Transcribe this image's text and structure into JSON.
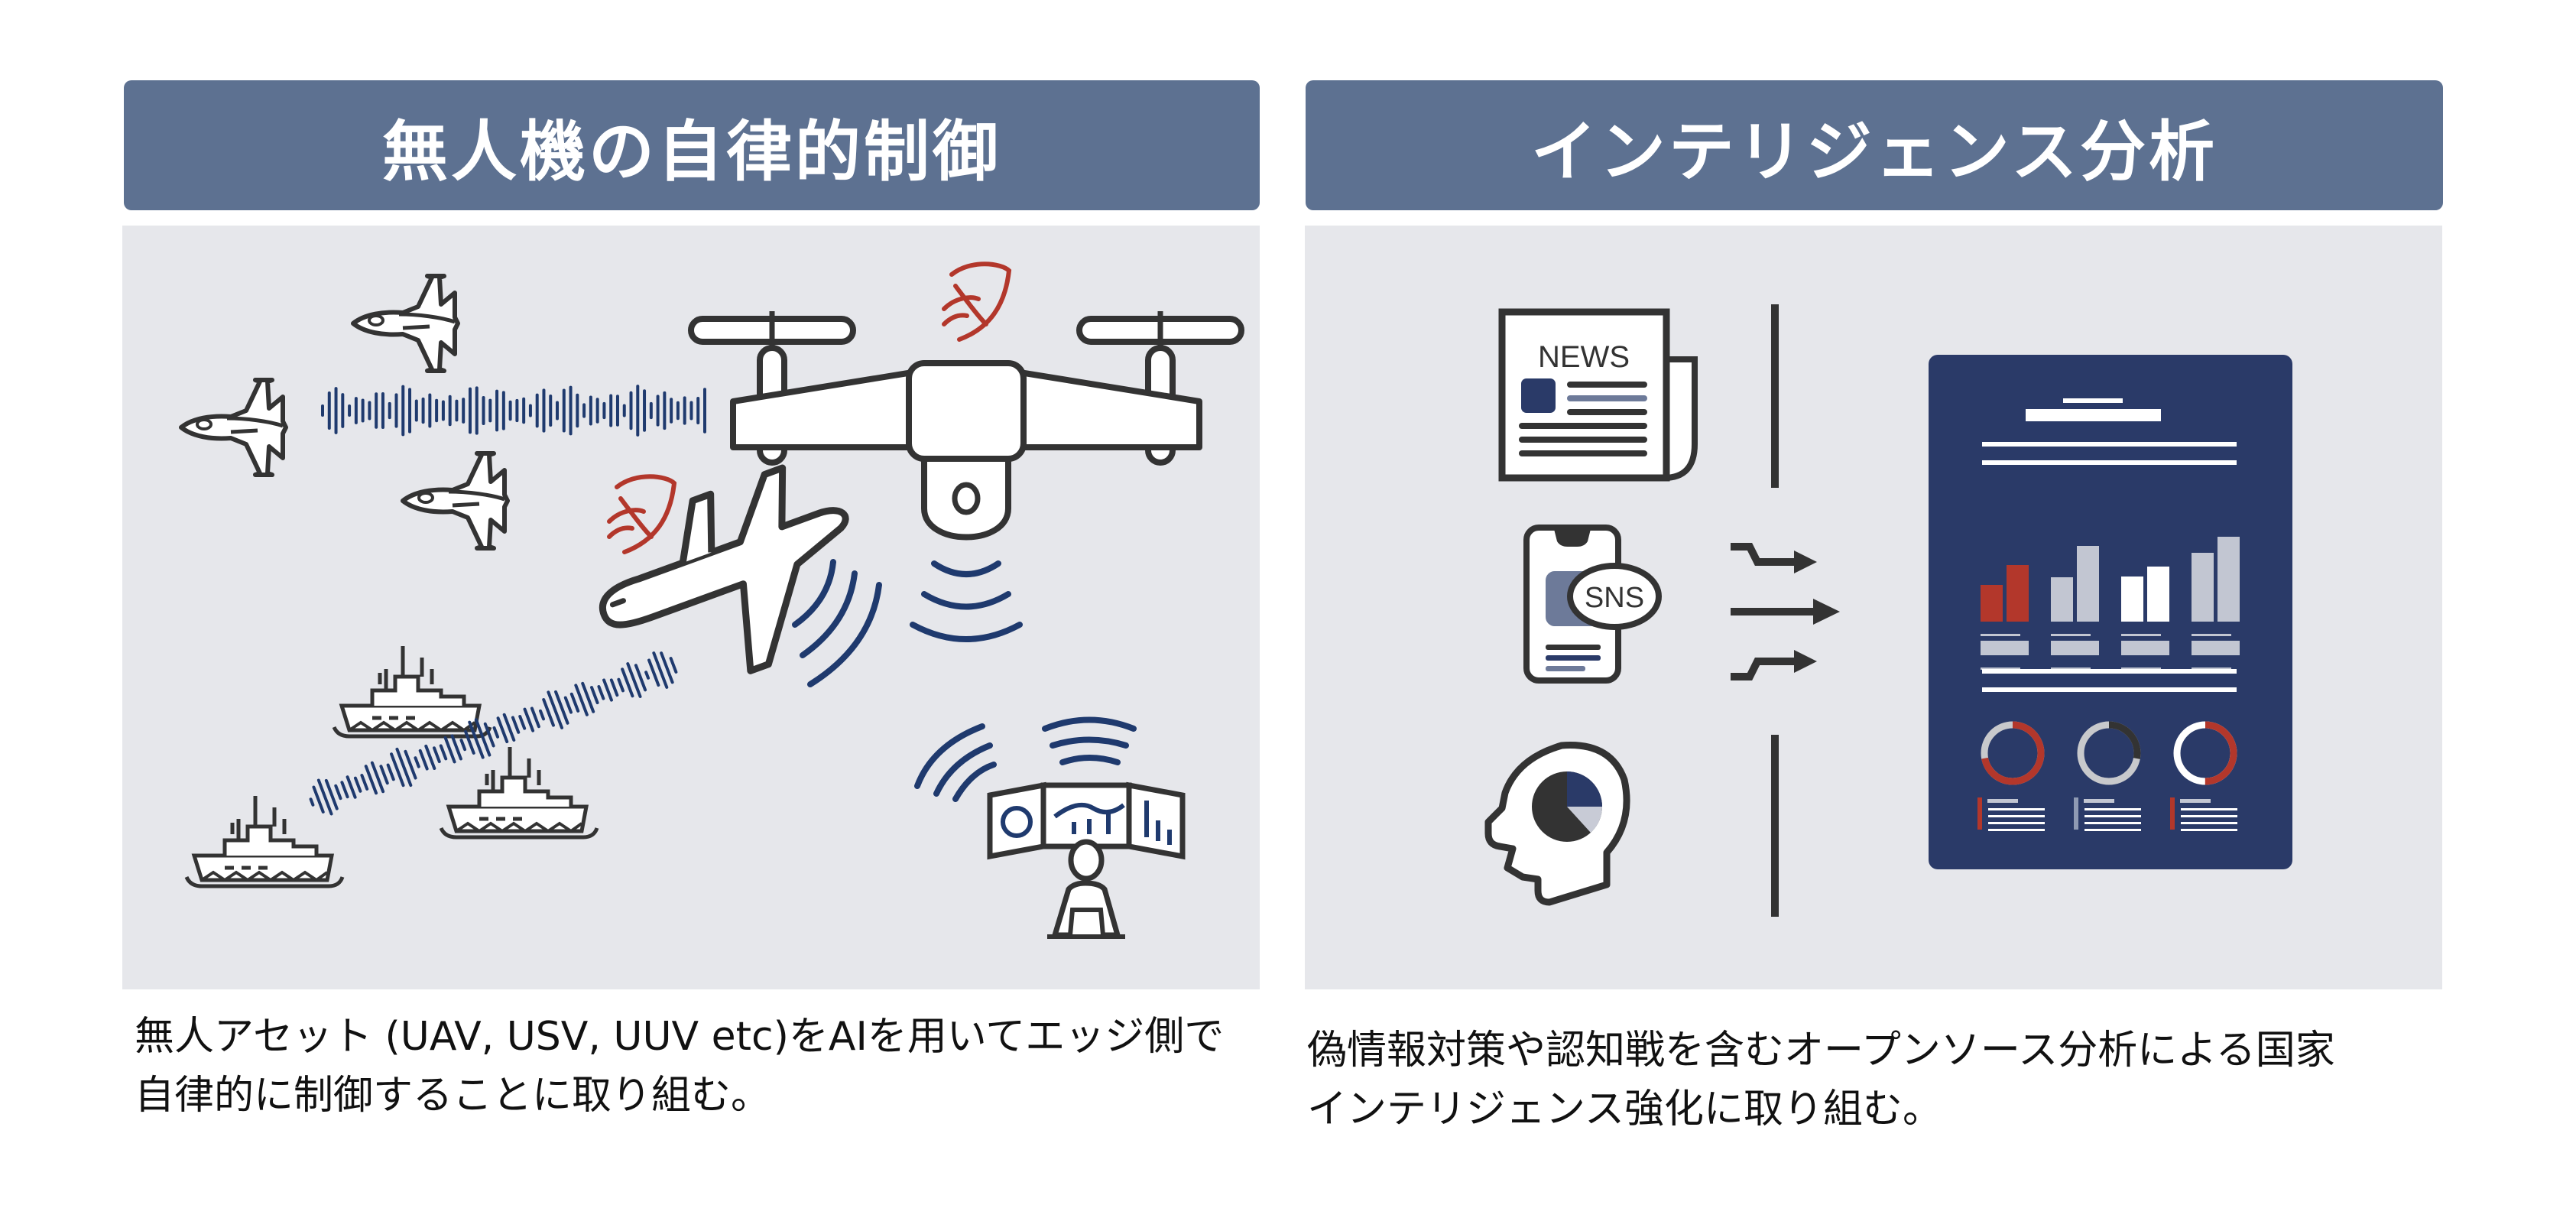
{
  "sections": [
    {
      "title": "無人機の自律的制御",
      "caption_lines": [
        "無人アセット (UAV, USV, UUV etc)をAIを用いてエッジ側で",
        "自律的に制御することに取り組む。"
      ],
      "illustration": {
        "icons": [
          "fighter-jet-icon",
          "fighter-jet-icon",
          "fighter-jet-icon",
          "drone-icon",
          "radar-icon",
          "airliner-icon",
          "radar-icon",
          "warship-icon",
          "warship-icon",
          "warship-icon",
          "signal-waveform",
          "signal-waveform",
          "operator-station-icon"
        ]
      }
    },
    {
      "title": "インテリジェンス分析",
      "caption_lines": [
        "偽情報対策や認知戦を含むオープンソース分析による国家",
        "インテリジェンス強化に取り組む。"
      ],
      "illustration": {
        "news_label": "NEWS",
        "sns_label": "SNS",
        "icons": [
          "newspaper-icon",
          "smartphone-sns-icon",
          "head-pie-icon",
          "merge-arrows-icon",
          "report-dashboard-icon"
        ]
      }
    }
  ],
  "colors": {
    "header_bg": "#5d7191",
    "panel_bg": "#e6e7eb",
    "navy": "#1f3a6e",
    "red": "#b3372b",
    "ink": "#333333",
    "report_bg": "#2a3a68"
  }
}
